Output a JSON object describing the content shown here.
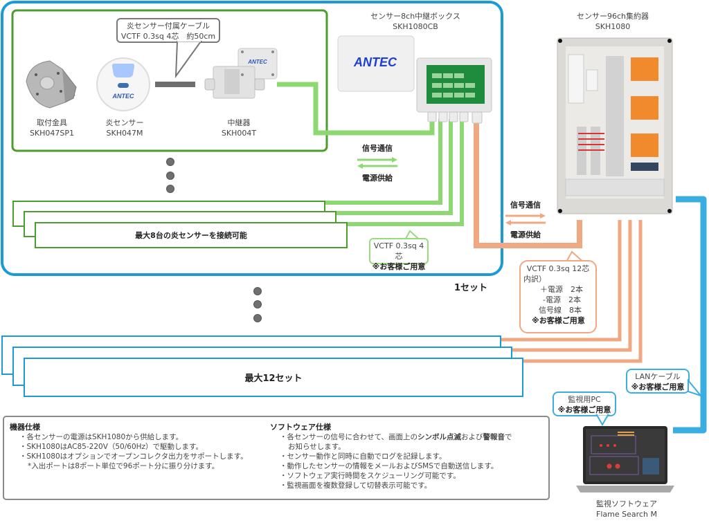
{
  "colors": {
    "set_border": "#1a9bd7",
    "sensor_group_border": "#4a9e2e",
    "signal_wire": "#8ed873",
    "aggregator_wire": "#f0a882",
    "lan_wire": "#3aaee0",
    "dot": "#6f6f6f"
  },
  "sensor_group": {
    "cable_callout": {
      "line1": "炎センサー付属ケーブル",
      "line2": "VCTF 0.3sq 4芯　約50cm"
    },
    "devices": [
      {
        "name": "取付金具",
        "model": "SKH047SP1"
      },
      {
        "name": "炎センサー",
        "model": "SKH047M"
      },
      {
        "name": "中継器",
        "model": "SKH004T"
      }
    ],
    "brand_logo": "ANTEC"
  },
  "relay_box": {
    "title": "センサー8ch中継ボックス",
    "model": "SKH1080CB",
    "brand_logo": "ANTEC"
  },
  "aggregator": {
    "title": "センサー96ch集約器",
    "model": "SKH1080"
  },
  "signal_legend_1": {
    "signal": "信号通信",
    "power": "電源供給"
  },
  "signal_legend_2": {
    "signal": "信号通信",
    "power": "電源供給"
  },
  "sensor_stack": {
    "label": "最大8台の炎センサーを接続可能"
  },
  "vctf4_callout": {
    "line1": "VCTF 0.3sq 4芯",
    "line2": "※お客様ご用意"
  },
  "set_label": "1セット",
  "vctf12_callout": {
    "line1": "VCTF 0.3sq 12芯",
    "line2": "内訳）",
    "line3": "＋電源　2本",
    "line4": "-電源　2本",
    "line5": "信号線　8本",
    "line6": "※お客様ご用意"
  },
  "set_stack": {
    "label": "最大12セット"
  },
  "lan_callout": {
    "line1": "LANケーブル",
    "line2": "※お客様ご用意"
  },
  "pc_callout": {
    "line1": "監視用PC",
    "line2": "※お客様ご用意"
  },
  "software": {
    "name": "監視ソフトウェア",
    "product": "Flame Search M"
  },
  "hardware_specs": {
    "heading": "機器仕様",
    "items": [
      "・各センサーの電源はSKH1080から供給します。",
      "・SKH1080はAC85-220V（50/60Hz）で駆動します。",
      "・SKH1080はオプションでオープンコレクタ出力をサポートします。"
    ],
    "note": "*入出ポートは8ポート単位で96ポート分に振り分けます。"
  },
  "software_specs": {
    "heading": "ソフトウェア仕様",
    "item1_pre": "・各センサーの信号に合わせて、画面上の",
    "item1_bold1": "シンボル点滅",
    "item1_mid": "および",
    "item1_bold2": "警報音",
    "item1_post": "で",
    "item1_cont": "お知らせします。",
    "items": [
      "・センサー動作と同時に自動でログを記録します。",
      "・動作したセンサーの情報をメールおよびSMSで自動送信します。",
      "・ソフトウェア実行時間をスケジューリング可能です。",
      "・監視画面を複数登録して切替表示可能です。"
    ]
  }
}
